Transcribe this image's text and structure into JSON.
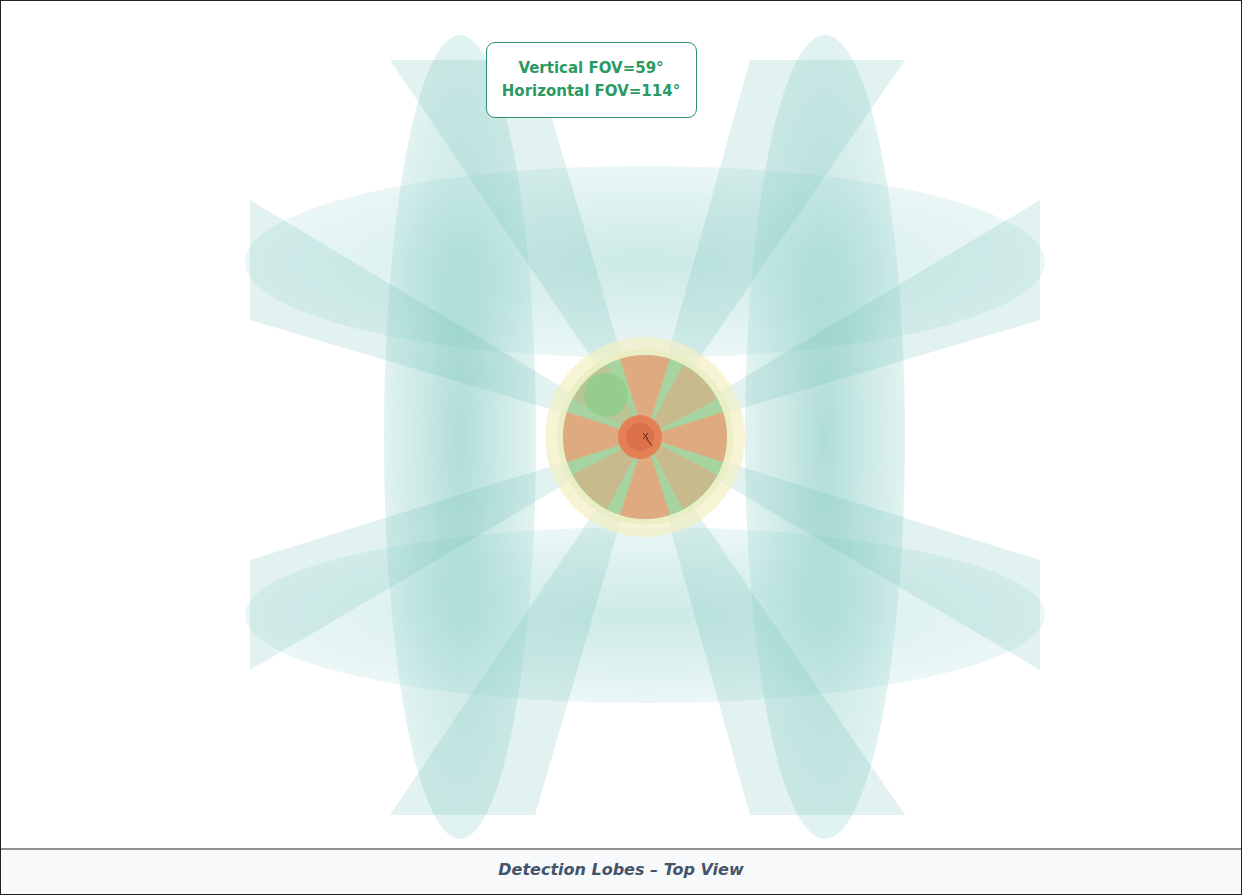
{
  "diagram": {
    "caption": "Detection Lobes – Top View",
    "nodes": [
      {
        "text": [
          "Vertical FOV=59°",
          "Horizontal FOV=114°"
        ]
      }
    ]
  }
}
